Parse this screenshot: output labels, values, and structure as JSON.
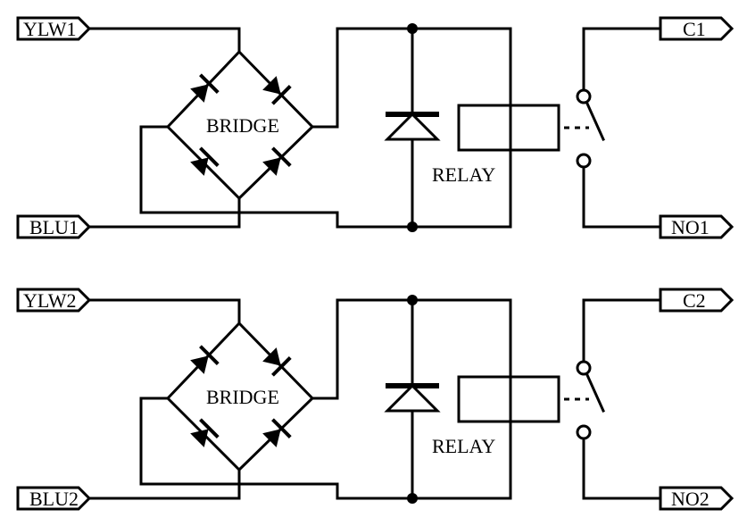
{
  "circuits": [
    {
      "ports": {
        "in_top": "YLW1",
        "in_bottom": "BLU1",
        "out_top": "C1",
        "out_bottom": "NO1"
      },
      "bridge_label": "BRIDGE",
      "relay_label": "RELAY"
    },
    {
      "ports": {
        "in_top": "YLW2",
        "in_bottom": "BLU2",
        "out_top": "C2",
        "out_bottom": "NO2"
      },
      "bridge_label": "BRIDGE",
      "relay_label": "RELAY"
    }
  ],
  "colors": {
    "ink": "#000000",
    "paper": "#ffffff"
  }
}
